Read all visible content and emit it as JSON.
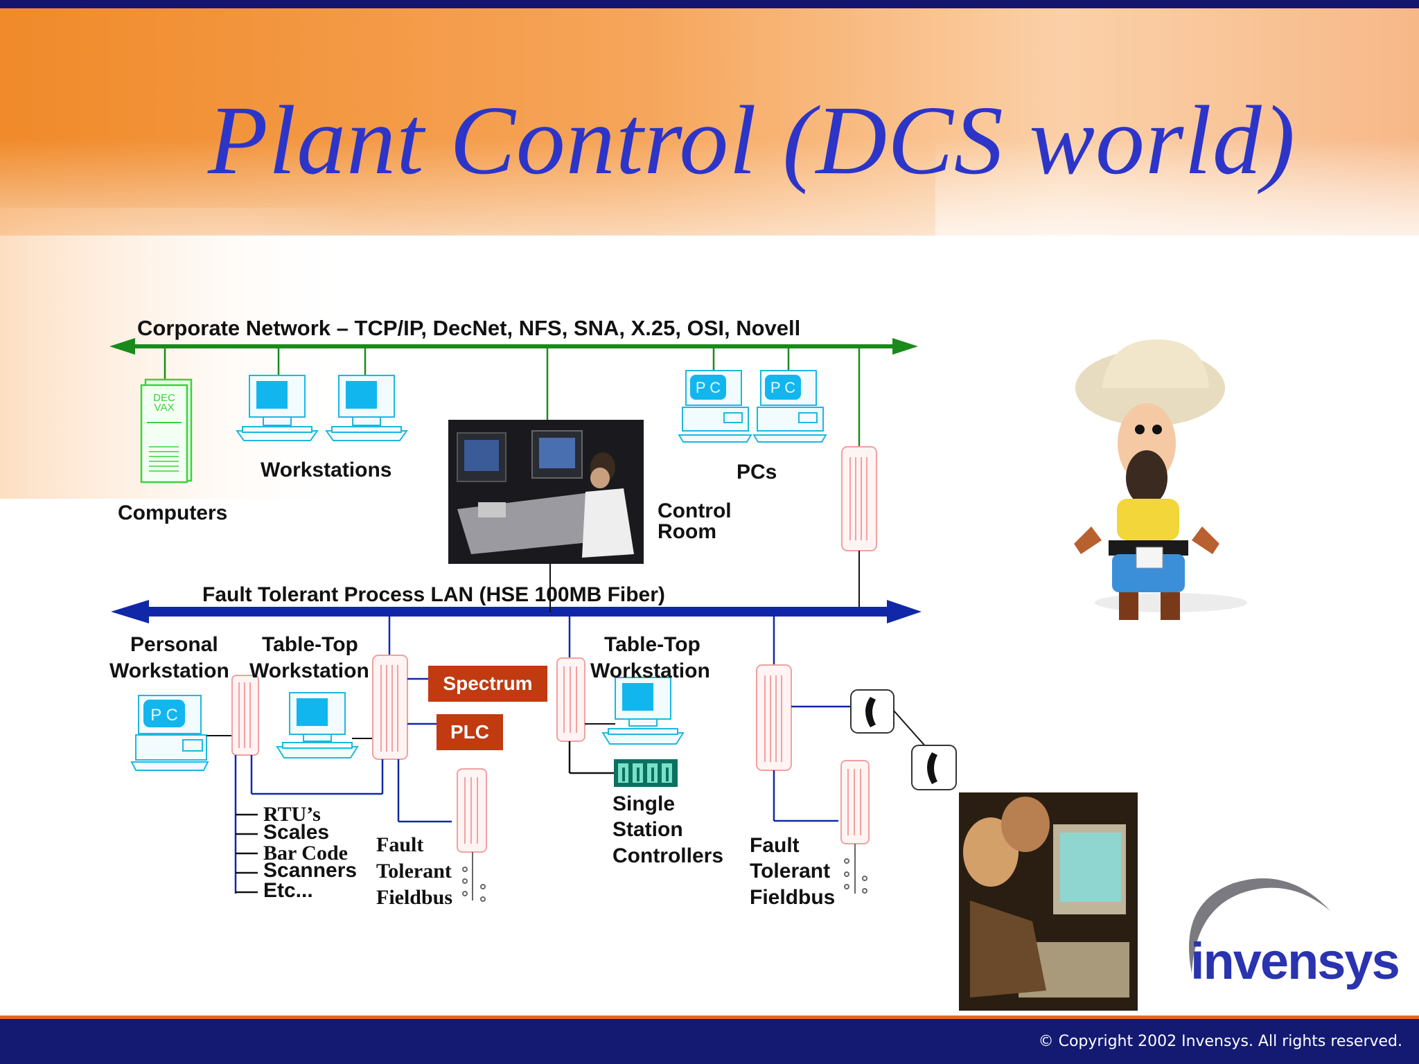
{
  "title": "Plant Control (DCS world)",
  "corporate_network": "Corporate Network  –  TCP/IP, DecNet, NFS, SNA, X.25, OSI, Novell",
  "process_lan": "Fault Tolerant Process LAN  (HSE 100MB Fiber)",
  "labels": {
    "computers": "Computers",
    "workstations": "Workstations",
    "pcs": "PCs",
    "control_room_1": "Control",
    "control_room_2": "Room",
    "personal_ws_1": "Personal",
    "personal_ws_2": "Workstation",
    "tabletop1_1": "Table-Top",
    "tabletop1_2": "Workstation",
    "tabletop2_1": "Table-Top",
    "tabletop2_2": "Workstation",
    "spectrum": "Spectrum",
    "plc": "PLC",
    "rtus": "RTU’s",
    "scales": "Scales",
    "barcode": "Bar Code",
    "scanners": "Scanners",
    "etc": "Etc...",
    "fault1_1": "Fault",
    "fault1_2": "Tolerant",
    "fault1_3": "Fieldbus",
    "ssc_1": "Single",
    "ssc_2": "Station",
    "ssc_3": "Controllers",
    "fault2_1": "Fault",
    "fault2_2": "Tolerant",
    "fault2_3": "Fieldbus",
    "decvax_1": "DEC",
    "decvax_2": "VAX",
    "pc_tag": "P C"
  },
  "logo": "invensys",
  "copyright": "© Copyright 2002 Invensys. All rights reserved.",
  "colors": {
    "title": "#2d35c8",
    "corporate_line": "#1a8a1a",
    "process_lan": "#1028a8",
    "device_cyan": "#1ab8e0",
    "spectrum_box": "#c13a10"
  }
}
